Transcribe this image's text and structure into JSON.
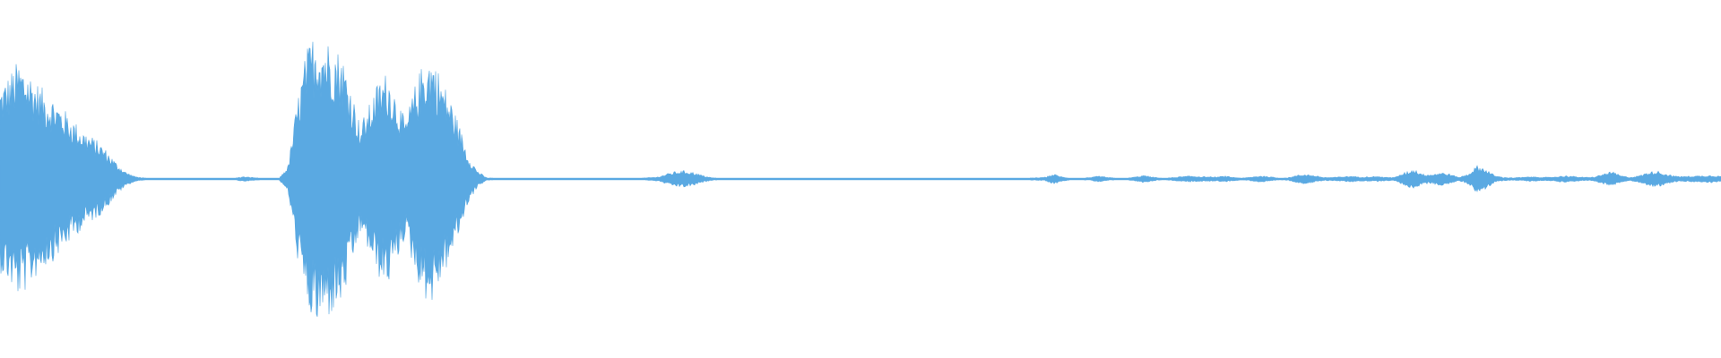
{
  "waveform": {
    "color": "#5aa9e2",
    "background": "#ffffff",
    "amplitude_profile": [
      0.55,
      0.62,
      0.7,
      0.66,
      0.58,
      0.52,
      0.48,
      0.42,
      0.36,
      0.3,
      0.26,
      0.22,
      0.16,
      0.09,
      0.04,
      0.015,
      0.006,
      0.005,
      0.005,
      0.005,
      0.005,
      0.005,
      0.005,
      0.005,
      0.005,
      0.005,
      0.005,
      0.014,
      0.01,
      0.005,
      0.005,
      0.005,
      0.08,
      0.46,
      0.76,
      0.88,
      0.84,
      0.8,
      0.74,
      0.54,
      0.32,
      0.44,
      0.58,
      0.64,
      0.5,
      0.34,
      0.54,
      0.7,
      0.74,
      0.6,
      0.48,
      0.32,
      0.14,
      0.05,
      0.008,
      0.005,
      0.005,
      0.005,
      0.005,
      0.005,
      0.005,
      0.005,
      0.005,
      0.005,
      0.005,
      0.005,
      0.005,
      0.005,
      0.005,
      0.005,
      0.005,
      0.005,
      0.008,
      0.012,
      0.03,
      0.045,
      0.05,
      0.04,
      0.022,
      0.008,
      0.005,
      0.005,
      0.005,
      0.005,
      0.005,
      0.005,
      0.005,
      0.005,
      0.005,
      0.005,
      0.005,
      0.005,
      0.005,
      0.005,
      0.005,
      0.005,
      0.005,
      0.005,
      0.005,
      0.005,
      0.005,
      0.005,
      0.005,
      0.005,
      0.005,
      0.005,
      0.005,
      0.005,
      0.005,
      0.005,
      0.005,
      0.005,
      0.005,
      0.005,
      0.005,
      0.008,
      0.01,
      0.03,
      0.012,
      0.005,
      0.005,
      0.008,
      0.018,
      0.01,
      0.005,
      0.005,
      0.012,
      0.022,
      0.012,
      0.005,
      0.008,
      0.014,
      0.018,
      0.016,
      0.014,
      0.012,
      0.018,
      0.01,
      0.006,
      0.012,
      0.02,
      0.014,
      0.006,
      0.008,
      0.022,
      0.03,
      0.02,
      0.01,
      0.01,
      0.014,
      0.018,
      0.012,
      0.014,
      0.016,
      0.01,
      0.012,
      0.04,
      0.06,
      0.03,
      0.028,
      0.04,
      0.03,
      0.01,
      0.03,
      0.08,
      0.06,
      0.02,
      0.01,
      0.008,
      0.01,
      0.014,
      0.012,
      0.01,
      0.016,
      0.02,
      0.014,
      0.01,
      0.012,
      0.03,
      0.045,
      0.02,
      0.01,
      0.02,
      0.04,
      0.05,
      0.03,
      0.018,
      0.016,
      0.018,
      0.02,
      0.022,
      0.018
    ]
  }
}
